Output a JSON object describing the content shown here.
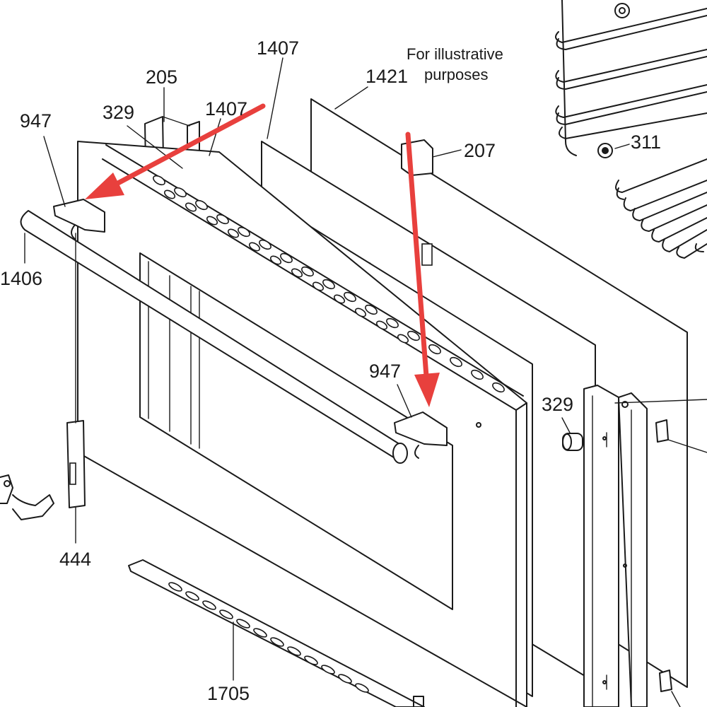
{
  "labels": {
    "l947a": "947",
    "l329a": "329",
    "l205": "205",
    "l1407a": "1407",
    "l1407b": "1407",
    "l1421": "1421",
    "l207": "207",
    "l311": "311",
    "l1406": "1406",
    "l947b": "947",
    "l329b": "329",
    "l444": "444",
    "l1705": "1705"
  },
  "note": {
    "line1": "For illustrative",
    "line2": "purposes"
  },
  "colors": {
    "arrow": "#e8403d",
    "line": "#1a1a1a",
    "background": "#ffffff"
  }
}
